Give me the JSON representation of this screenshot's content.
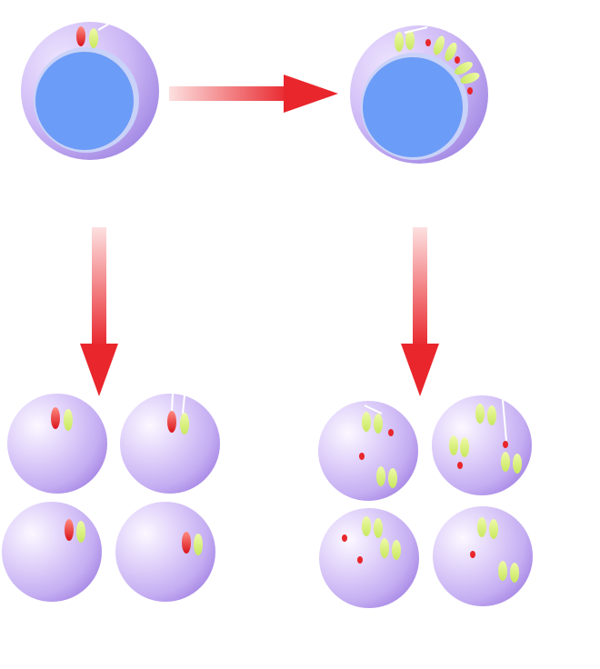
{
  "colors": {
    "background": "#ffffff",
    "cell_light": "#f3ecff",
    "cell_mid": "#cdb8f5",
    "cell_dark": "#9c80e0",
    "nucleus": "#6b9cf7",
    "nucleus_halo": "#b7c6f6",
    "arrow": "#e8262c",
    "arrow_fade": "#fde0e0",
    "marker_red": "#e82a2a",
    "marker_green": "#d8f07a",
    "spindle": "#ffffff"
  },
  "diagram": {
    "description_free": true,
    "parent_cells": [
      {
        "id": "parent-cell-left",
        "has_nucleus": true,
        "marker_state": "paired-few"
      },
      {
        "id": "parent-cell-right",
        "has_nucleus": true,
        "marker_state": "replicated-many"
      }
    ],
    "arrows": [
      {
        "id": "arrow-right",
        "direction": "right"
      },
      {
        "id": "arrow-down-left",
        "direction": "down"
      },
      {
        "id": "arrow-down-right",
        "direction": "down"
      }
    ],
    "daughter_groups": [
      {
        "id": "daughter-group-left",
        "cell_count": 4
      },
      {
        "id": "daughter-group-right",
        "cell_count": 4
      }
    ]
  }
}
